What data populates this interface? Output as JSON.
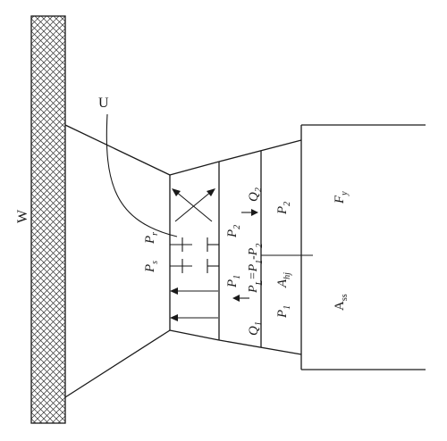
{
  "diagram": {
    "labels": {
      "wall": "W",
      "input": "U",
      "pr_main": "P",
      "pr_sub": "r",
      "ps_main": "P",
      "ps_sub": "s",
      "p2_top_main": "P",
      "p2_top_sub": "2",
      "p1_top_main": "P",
      "p1_top_sub": "1",
      "q2_main": "Q",
      "q2_sub": "2",
      "pl_eq": "P<tspan baseline-shift='sub' font-size='10'>L</tspan>=P<tspan baseline-shift='sub' font-size='10'>1</tspan>-P<tspan baseline-shift='sub' font-size='10'>2</tspan>",
      "q1_main": "Q",
      "q1_sub": "1",
      "p2_chamber_main": "P",
      "p2_chamber_sub": "2",
      "ahj_main": "A",
      "ahj_sub": "hj",
      "p1_chamber_main": "P",
      "p1_chamber_sub": "1",
      "fy_main": "F",
      "fy_sub": "y",
      "ass_main": "A",
      "ass_sub": "ss"
    }
  }
}
